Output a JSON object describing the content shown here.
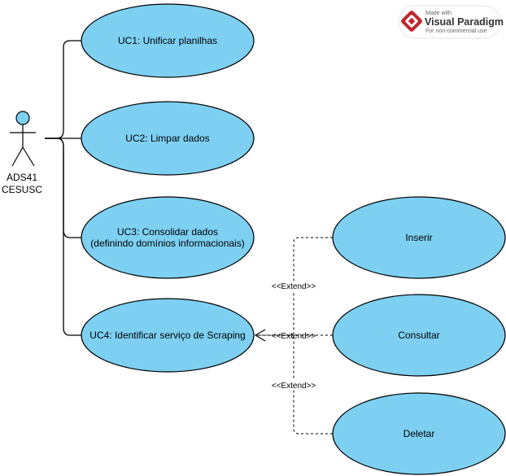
{
  "actor": {
    "name_line1": "ADS41",
    "name_line2": "CESUSC"
  },
  "use_cases": [
    {
      "id": "uc1",
      "lines": [
        "UC1: Unificar planilhas"
      ]
    },
    {
      "id": "uc2",
      "lines": [
        "UC2: Limpar dados"
      ]
    },
    {
      "id": "uc3",
      "lines": [
        "UC3: Consolidar dados",
        "(definindo domínios informacionais)"
      ]
    },
    {
      "id": "uc4",
      "lines": [
        "UC4: Identificar serviço de Scraping"
      ]
    },
    {
      "id": "inserir",
      "lines": [
        "Inserir"
      ]
    },
    {
      "id": "consultar",
      "lines": [
        "Consultar"
      ]
    },
    {
      "id": "deletar",
      "lines": [
        "Deletar"
      ]
    }
  ],
  "extend_label": "<<Extend>>",
  "watermark": {
    "line1": "Made with",
    "line2": "Visual Paradigm",
    "line3": "For non-commercial use"
  },
  "colors": {
    "usecase_fill": "#7dd0f2",
    "stroke": "#000000",
    "actor_fill": "#7dd0f2",
    "badge_red": "#c0262d"
  }
}
